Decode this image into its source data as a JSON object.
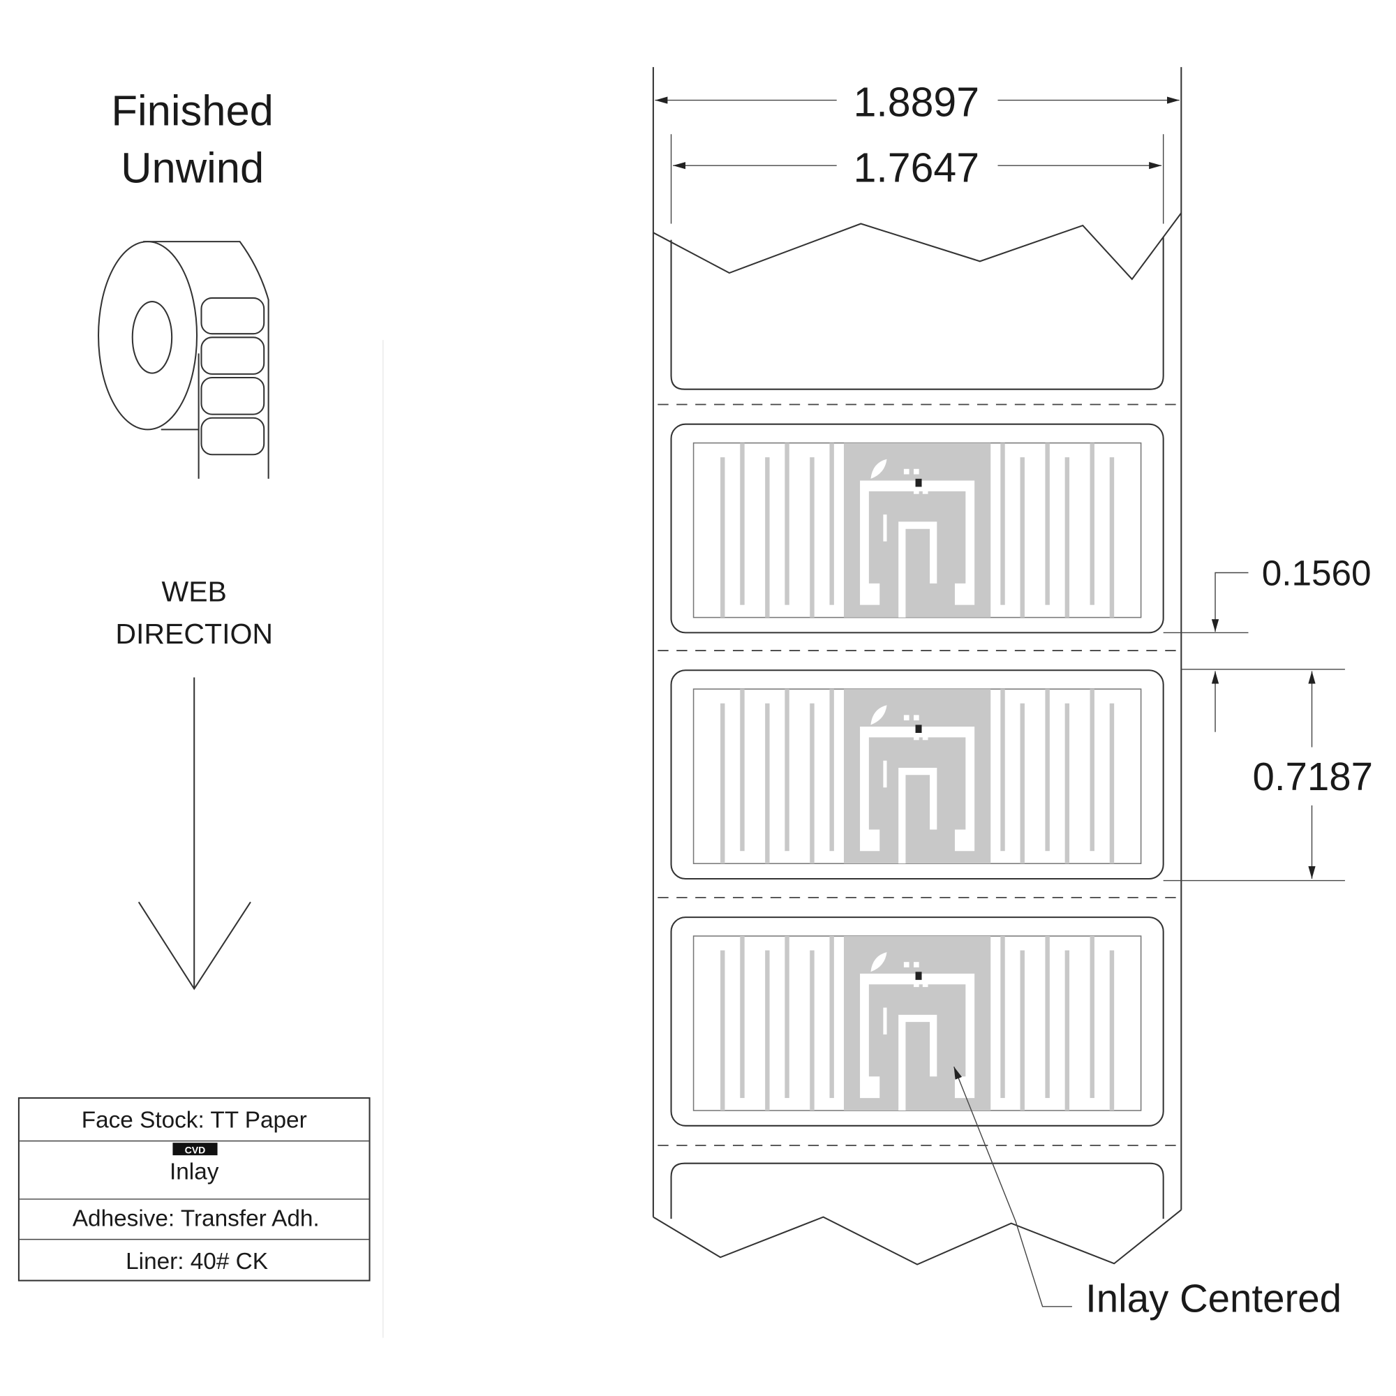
{
  "unwind": {
    "line1": "Finished",
    "line2": "Unwind"
  },
  "web_direction": {
    "line1": "WEB",
    "line2": "DIRECTION"
  },
  "construction_table": {
    "rows": [
      "Face Stock: TT Paper",
      "Inlay",
      "Adhesive: Transfer Adh.",
      "Liner: 40# CK"
    ],
    "inlay_badge": "CVD"
  },
  "dimensions": {
    "overall_width": "1.8897",
    "label_width": "1.7647",
    "gap": "0.1560",
    "label_height": "0.7187"
  },
  "callout": "Inlay Centered",
  "colors": {
    "line": "#333333",
    "inlay": "#c8c8c8",
    "chip": "#222222"
  }
}
